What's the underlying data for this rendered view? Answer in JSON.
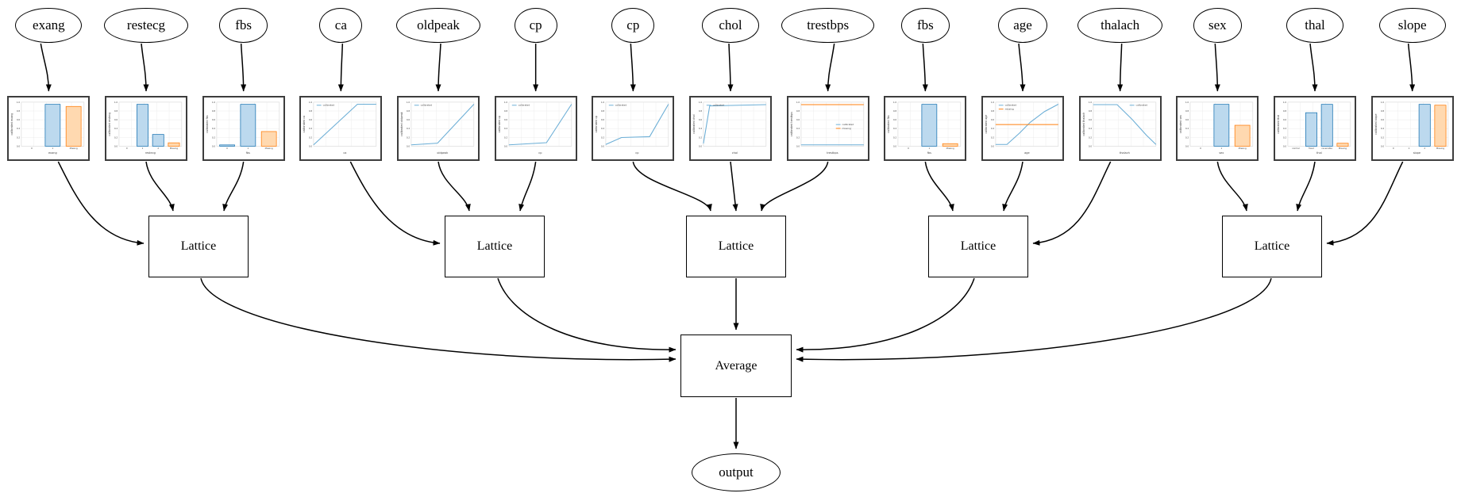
{
  "diagram": {
    "inputs": [
      {
        "label": "exang"
      },
      {
        "label": "restecg"
      },
      {
        "label": "fbs"
      },
      {
        "label": "ca"
      },
      {
        "label": "oldpeak"
      },
      {
        "label": "cp"
      },
      {
        "label": "cp"
      },
      {
        "label": "chol"
      },
      {
        "label": "trestbps"
      },
      {
        "label": "fbs"
      },
      {
        "label": "age"
      },
      {
        "label": "thalach"
      },
      {
        "label": "sex"
      },
      {
        "label": "thal"
      },
      {
        "label": "slope"
      }
    ],
    "lattice_label": "Lattice",
    "lattice_groups": [
      [
        0,
        1,
        2
      ],
      [
        3,
        4,
        5
      ],
      [
        6,
        7,
        8
      ],
      [
        9,
        10,
        11
      ],
      [
        12,
        13,
        14
      ]
    ],
    "average_label": "Average",
    "output_label": "output"
  },
  "palette": {
    "blue": "#1f77b4",
    "blue_fill": "#bcd9ee",
    "orange": "#ff7f0e",
    "orange_fill": "#ffd9b0",
    "line_blue": "#6baed6",
    "edge_color": "#000000",
    "grid_color": "#ebebeb",
    "frame_color": "#d9d9d9"
  },
  "chart_defaults": {
    "yticks": [
      "1.0",
      "0.8",
      "0.6",
      "0.4",
      "0.2",
      "0.0"
    ],
    "legend_calibrated": "calibrated",
    "legend_missing": "missing"
  },
  "chart_data": [
    {
      "feature": "exang",
      "type": "bar",
      "xlabel": "exang",
      "ylabel": "calibrated exang",
      "categories": [
        "0",
        "1",
        "Missing"
      ],
      "values": [
        0,
        1.0,
        0.95
      ],
      "bar_colors": [
        "blue",
        "blue",
        "orange"
      ]
    },
    {
      "feature": "restecg",
      "type": "bar",
      "xlabel": "restecg",
      "ylabel": "calibrated restecg",
      "categories": [
        "0",
        "1",
        "2",
        "Missing"
      ],
      "values": [
        0,
        1.0,
        0.28,
        0.08
      ],
      "bar_colors": [
        "blue",
        "blue",
        "blue",
        "orange"
      ]
    },
    {
      "feature": "fbs",
      "type": "bar",
      "xlabel": "fbs",
      "ylabel": "calibrated fbs",
      "categories": [
        "0",
        "1",
        "Missing"
      ],
      "values": [
        0.03,
        1.0,
        0.35
      ],
      "bar_colors": [
        "blue",
        "blue",
        "orange"
      ]
    },
    {
      "feature": "ca",
      "type": "line",
      "xlabel": "ca",
      "ylabel": "calibrated ca",
      "legend_pos": "tl",
      "series": [
        {
          "name": "calibrated",
          "color": "blue",
          "points": [
            [
              0,
              0.03
            ],
            [
              0.7,
              0.97
            ],
            [
              1,
              0.97
            ]
          ]
        }
      ]
    },
    {
      "feature": "oldpeak",
      "type": "line",
      "xlabel": "oldpeak",
      "ylabel": "calibrated oldpeak",
      "legend_pos": "tl",
      "series": [
        {
          "name": "calibrated",
          "color": "blue",
          "points": [
            [
              0,
              0.03
            ],
            [
              0.42,
              0.07
            ],
            [
              1,
              0.97
            ]
          ]
        }
      ]
    },
    {
      "feature": "cp",
      "type": "line",
      "xlabel": "cp",
      "ylabel": "calibrated cp",
      "legend_pos": "tl",
      "series": [
        {
          "name": "calibrated",
          "color": "blue",
          "points": [
            [
              0,
              0.03
            ],
            [
              0.6,
              0.08
            ],
            [
              1,
              0.97
            ]
          ]
        }
      ]
    },
    {
      "feature": "cp",
      "type": "line",
      "xlabel": "cp",
      "ylabel": "calibrated cp",
      "legend_pos": "tl",
      "series": [
        {
          "name": "calibrated",
          "color": "blue",
          "points": [
            [
              0,
              0.04
            ],
            [
              0.25,
              0.2
            ],
            [
              0.7,
              0.22
            ],
            [
              1,
              0.97
            ]
          ]
        }
      ]
    },
    {
      "feature": "chol",
      "type": "line",
      "xlabel": "chol",
      "ylabel": "calibrated chol",
      "legend_pos": "tl",
      "series": [
        {
          "name": "calibrated",
          "color": "blue",
          "points": [
            [
              0,
              0.06
            ],
            [
              0.1,
              0.93
            ],
            [
              1,
              0.96
            ]
          ]
        }
      ]
    },
    {
      "feature": "trestbps",
      "type": "line",
      "xlabel": "trestbps",
      "ylabel": "calibrated trestbps",
      "legend_pos": "mr",
      "series": [
        {
          "name": "calibrated",
          "color": "blue",
          "points": [
            [
              0,
              0.03
            ],
            [
              1,
              0.03
            ]
          ]
        },
        {
          "name": "missing",
          "color": "orange",
          "points": [
            [
              0,
              0.96
            ],
            [
              1,
              0.96
            ]
          ]
        }
      ]
    },
    {
      "feature": "fbs",
      "type": "bar",
      "xlabel": "fbs",
      "ylabel": "calibrated fbs",
      "categories": [
        "0",
        "1",
        "Missing"
      ],
      "values": [
        0,
        1.0,
        0.06
      ],
      "bar_colors": [
        "blue",
        "blue",
        "orange"
      ]
    },
    {
      "feature": "age",
      "type": "line",
      "xlabel": "age",
      "ylabel": "calibrated age",
      "legend_pos": "tl",
      "series": [
        {
          "name": "calibrated",
          "color": "blue",
          "points": [
            [
              0,
              0.04
            ],
            [
              0.18,
              0.04
            ],
            [
              0.38,
              0.3
            ],
            [
              0.55,
              0.55
            ],
            [
              0.78,
              0.8
            ],
            [
              1,
              0.97
            ]
          ]
        },
        {
          "name": "missing",
          "color": "orange",
          "points": [
            [
              0,
              0.5
            ],
            [
              1,
              0.5
            ]
          ]
        }
      ]
    },
    {
      "feature": "thalach",
      "type": "line",
      "xlabel": "thalach",
      "ylabel": "calibrated thalach",
      "legend_pos": "tr",
      "series": [
        {
          "name": "calibrated",
          "color": "blue",
          "points": [
            [
              0,
              0.96
            ],
            [
              0.38,
              0.96
            ],
            [
              0.62,
              0.62
            ],
            [
              0.85,
              0.25
            ],
            [
              1,
              0.04
            ]
          ]
        }
      ]
    },
    {
      "feature": "sex",
      "type": "bar",
      "xlabel": "sex",
      "ylabel": "calibrated sex",
      "categories": [
        "0",
        "1",
        "Missing"
      ],
      "values": [
        0,
        1.0,
        0.5
      ],
      "bar_colors": [
        "blue",
        "blue",
        "orange"
      ]
    },
    {
      "feature": "thal",
      "type": "bar",
      "xlabel": "thal",
      "ylabel": "calibrated thal",
      "categories": [
        "normal",
        "fixed",
        "reversible",
        "Missing"
      ],
      "values": [
        0,
        0.8,
        1.0,
        0.07
      ],
      "bar_colors": [
        "blue",
        "blue",
        "blue",
        "orange"
      ]
    },
    {
      "feature": "slope",
      "type": "bar",
      "xlabel": "slope",
      "ylabel": "calibrated slope",
      "categories": [
        "0",
        "1",
        "2",
        "Missing"
      ],
      "values": [
        0,
        0,
        1.0,
        0.98
      ],
      "bar_colors": [
        "blue",
        "blue",
        "blue",
        "orange"
      ]
    }
  ]
}
